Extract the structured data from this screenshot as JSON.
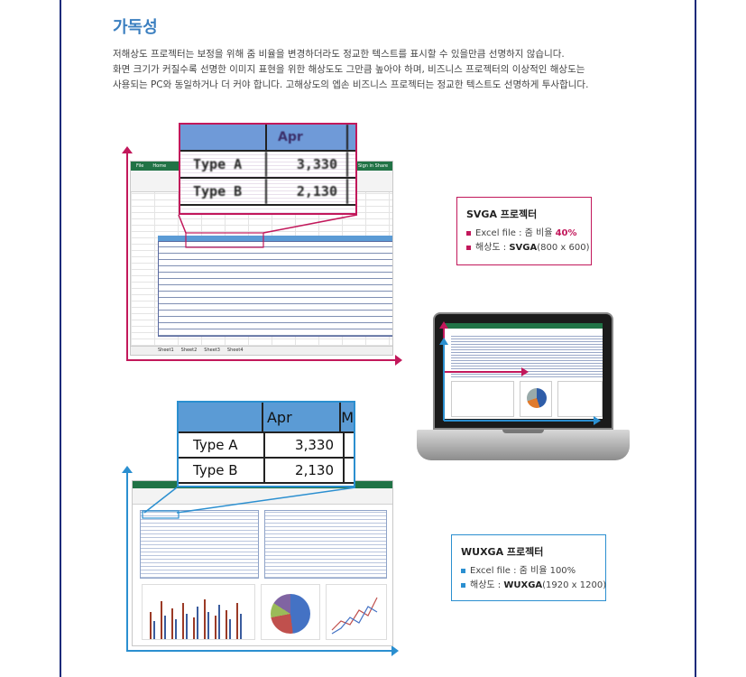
{
  "section_title": "가독성",
  "paragraph": [
    "저해상도 프로젝터는 보정을 위해 줌 비율을 변경하더라도 정교한 텍스트를 표시할 수 있을만큼 선명하지 않습니다.",
    "화면 크기가 커질수록 선명한 이미지 표현을 위한 해상도도 그만큼 높아야 하며, 비즈니스 프로젝터의 이상적인 해상도는",
    "사용되는 PC와 동일하거나 더 커야 합니다. 고해상도의 엡손 비즈니스 프로젝터는 정교한 텍스트도 선명하게 투사합니다."
  ],
  "svga_zoom": {
    "header": "Apr",
    "rows": [
      {
        "label": "Type A",
        "value": "3,330"
      },
      {
        "label": "Type B",
        "value": "2,130"
      }
    ]
  },
  "wuxga_zoom": {
    "header": "Apr",
    "header_next": "M",
    "rows": [
      {
        "label": "Type A",
        "value": "3,330"
      },
      {
        "label": "Type B",
        "value": "2,130"
      }
    ]
  },
  "svga_info": {
    "title": "SVGA 프로젝터",
    "excel_prefix": "Excel file : 줌 비율 ",
    "excel_value": "40%",
    "res_prefix": "해상도 : ",
    "res_value": "SVGA",
    "res_detail": "(800 x 600)"
  },
  "wuxga_info": {
    "title": "WUXGA 프로젝터",
    "excel_line": "Excel file : 줌 비율 100%",
    "res_prefix": "해상도 : ",
    "res_value": "WUXGA",
    "res_detail": "(1920 x 1200)"
  },
  "excel_ui": {
    "file_tab": "File",
    "home_tab": "Home",
    "sheet_tabs": [
      "Sheet1",
      "Sheet2",
      "Sheet3",
      "Sheet4"
    ],
    "sign_in": "Sign in",
    "share": "Share"
  },
  "colors": {
    "accent_blue": "#3b7fc0",
    "svga_pink": "#c2185b",
    "wuxga_blue": "#2b8fd0",
    "rail": "#1a2a7a",
    "excel_header": "#5b9bd5"
  }
}
